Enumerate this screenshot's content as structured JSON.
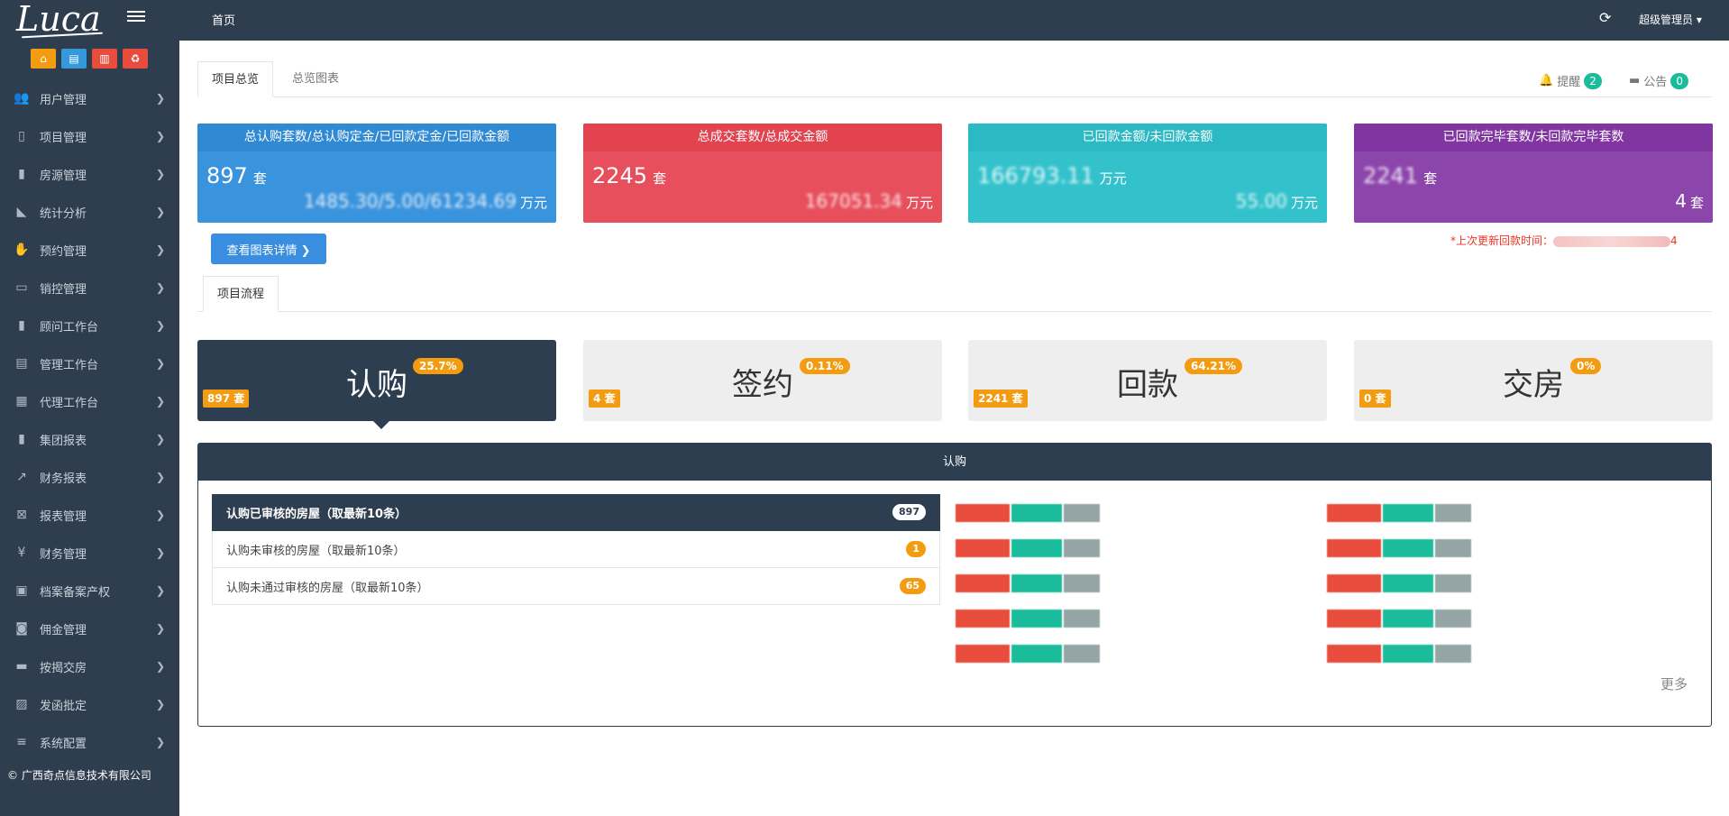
{
  "app": {
    "logo_text": "Luca",
    "copyright": "© 广西奇点信息技术有限公司"
  },
  "topbar": {
    "home_tab": "首页",
    "user": "超级管理员 ▾"
  },
  "sidebar": {
    "items": [
      {
        "label": "用户管理",
        "icon": "users-icon"
      },
      {
        "label": "项目管理",
        "icon": "building-icon"
      },
      {
        "label": "房源管理",
        "icon": "bar-chart-icon"
      },
      {
        "label": "统计分析",
        "icon": "area-chart-icon"
      },
      {
        "label": "预约管理",
        "icon": "handshake-icon"
      },
      {
        "label": "销控管理",
        "icon": "monitor-icon"
      },
      {
        "label": "顾问工作台",
        "icon": "bar-chart-icon"
      },
      {
        "label": "管理工作台",
        "icon": "file-icon"
      },
      {
        "label": "代理工作台",
        "icon": "calendar-icon"
      },
      {
        "label": "集团报表",
        "icon": "bar-chart-icon"
      },
      {
        "label": "财务报表",
        "icon": "line-chart-icon"
      },
      {
        "label": "报表管理",
        "icon": "excel-icon"
      },
      {
        "label": "财务管理",
        "icon": "yen-icon"
      },
      {
        "label": "档案备案产权",
        "icon": "contact-icon"
      },
      {
        "label": "佣金管理",
        "icon": "money-icon"
      },
      {
        "label": "按揭交房",
        "icon": "credit-card-icon"
      },
      {
        "label": "发函批定",
        "icon": "id-card-icon"
      },
      {
        "label": "系统配置",
        "icon": "list-icon"
      }
    ]
  },
  "tabs": {
    "overview": "项目总览",
    "charts": "总览图表",
    "flow": "项目流程"
  },
  "notices": {
    "remind_label": "提醒",
    "remind_count": "2",
    "announce_label": "公告",
    "announce_count": "0"
  },
  "stats": [
    {
      "header": "总认购套数/总认购定金/已回款定金/已回款金额",
      "big": "897",
      "big_unit": "套",
      "right": "1485.30/5.00/61234.69",
      "right_unit": "万元"
    },
    {
      "header": "总成交套数/总成交金额",
      "big": "2245",
      "big_unit": "套",
      "right": "167051.34",
      "right_unit": "万元"
    },
    {
      "header": "已回款金额/未回款金额",
      "big": "166793.11",
      "big_unit": "万元",
      "right": "55.00",
      "right_unit": "万元"
    },
    {
      "header": "已回款完毕套数/未回款完毕套数",
      "big": "2241",
      "big_unit": "套",
      "right": "4",
      "right_unit": "套"
    }
  ],
  "detail_button": "查看图表详情 ❯",
  "update_time_label": "*上次更新回款时间：",
  "update_time_tail": "4",
  "flow": [
    {
      "title": "认购",
      "pct": "25.7%",
      "count": "897 套"
    },
    {
      "title": "签约",
      "pct": "0.11%",
      "count": "4 套"
    },
    {
      "title": "回款",
      "pct": "64.21%",
      "count": "2241 套"
    },
    {
      "title": "交房",
      "pct": "0%",
      "count": "0 套"
    }
  ],
  "panel": {
    "title": "认购",
    "list": [
      {
        "label": "认购已审核的房屋（取最新10条）",
        "count": "897"
      },
      {
        "label": "认购未审核的房屋（取最新10条）",
        "count": "1"
      },
      {
        "label": "认购未通过审核的房屋（取最新10条）",
        "count": "65"
      }
    ],
    "more": "更多"
  }
}
